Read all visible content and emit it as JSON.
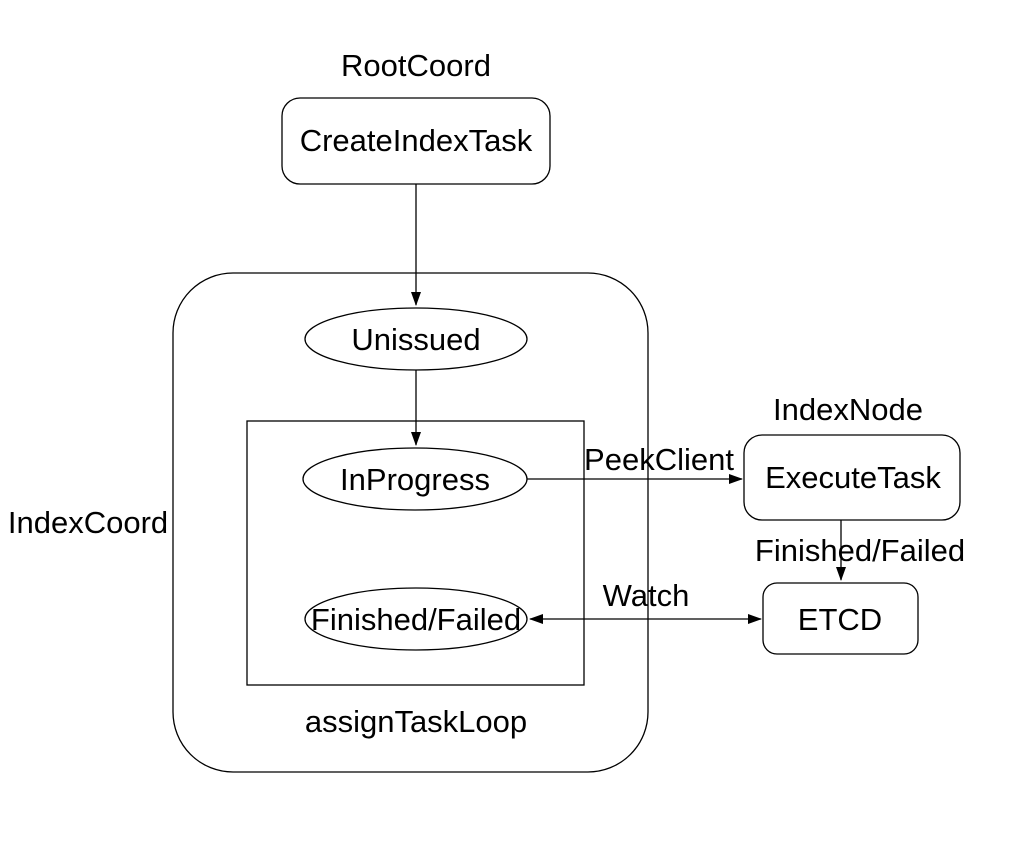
{
  "diagram": {
    "colors": {
      "stroke": "#000000",
      "text": "#000000",
      "background": "#ffffff"
    },
    "sections": {
      "root_coord": "RootCoord",
      "index_coord": "IndexCoord",
      "index_node": "IndexNode",
      "assign_task_loop": "assignTaskLoop"
    },
    "nodes": {
      "create_index_task": "CreateIndexTask",
      "unissued": "Unissued",
      "in_progress": "InProgress",
      "finished_failed": "Finished/Failed",
      "execute_task": "ExecuteTask",
      "etcd": "ETCD"
    },
    "edge_labels": {
      "peek_client": "PeekClient",
      "finished_failed": "Finished/Failed",
      "watch": "Watch"
    }
  }
}
